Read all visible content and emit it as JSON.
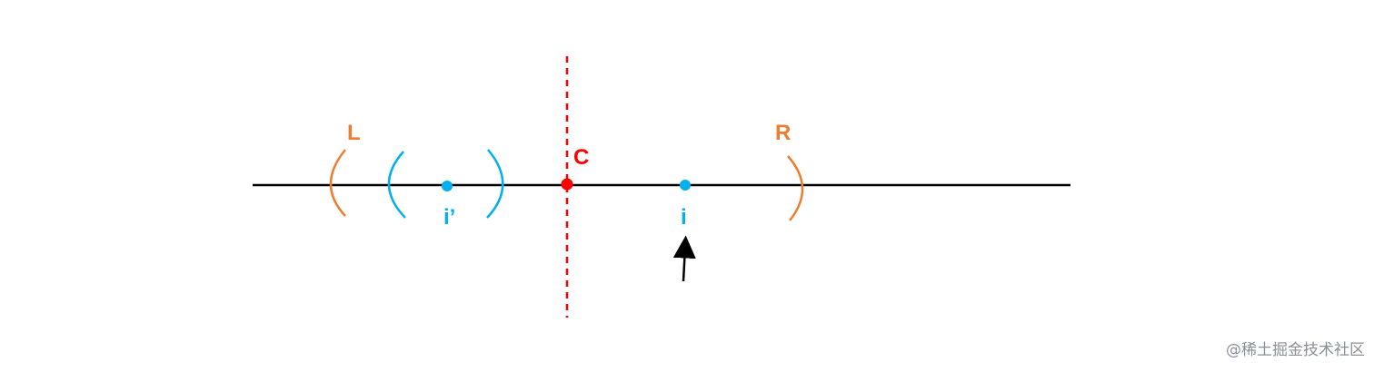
{
  "labels": {
    "left_bound": "L",
    "right_bound": "R",
    "center": "C",
    "point_i": "i",
    "point_i_mirror": "i’"
  },
  "watermark": "@稀土掘金技术社区",
  "colors": {
    "axis": "#000000",
    "center": "#ff0000",
    "bounds": "#ed7d31",
    "points": "#00b0f0",
    "arrow": "#000000"
  }
}
